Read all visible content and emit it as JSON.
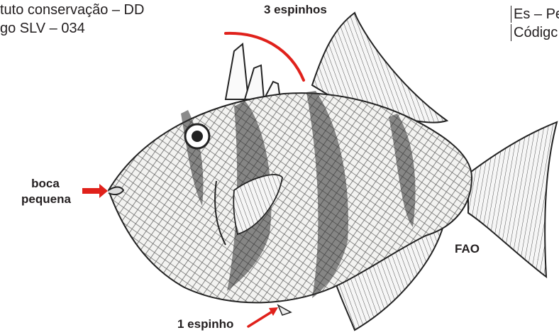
{
  "header_left": {
    "line1": "tuto conservação – DD",
    "line2": "go SLV – 034"
  },
  "header_right": {
    "line1": "Es – Pe",
    "line2": "Códigc"
  },
  "labels": {
    "dorsal_spines": "3 espinhos",
    "mouth_line1": "boca",
    "mouth_line2": "pequena",
    "ventral_spine": "1 espinho",
    "source": "FAO"
  },
  "colors": {
    "annotation_red": "#e0211b",
    "ink": "#231f20"
  },
  "icons": {
    "fish": "triggerfish-illustration",
    "dorsal_arc": "red-arc",
    "mouth_arrow": "red-arrow-right",
    "spine_arrow": "red-arrow-up-right"
  }
}
